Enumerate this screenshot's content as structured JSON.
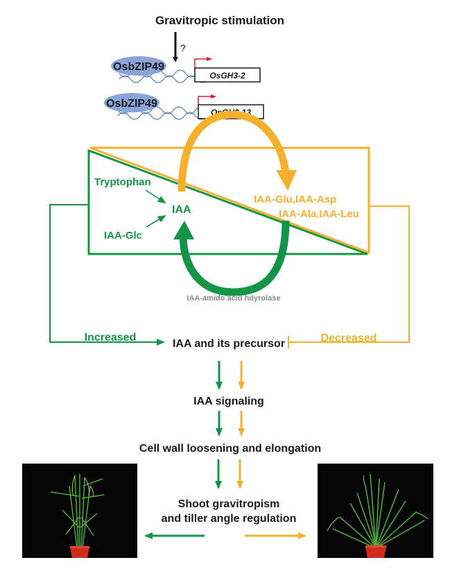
{
  "colors": {
    "green": "#139447",
    "yellow": "#F3B12E",
    "black": "#1a1a1a",
    "gray": "#8a8a8a",
    "red": "#d2202f",
    "protein": "#8aa4d8",
    "dna": "#5a7db8"
  },
  "top": {
    "stimulus": "Gravitropic stimulation",
    "question_mark": "?",
    "protein_1": "OsbZIP49",
    "gene_1": "OsGH3-2",
    "protein_2": "OsbZIP49",
    "gene_2": "OsGH3-13"
  },
  "box": {
    "precursor_1": "Tryptophan",
    "precursor_2": "IAA-Glc",
    "center": "IAA",
    "conjugates_line1": "IAA-Glu,IAA-Asp",
    "conjugates_line2": "IAA-Ala,IAA-Leu",
    "hydrolase": "IAA-amido acid hdyrolase"
  },
  "feedback": {
    "left_label": "Increased",
    "right_label": "Decreased",
    "target": "IAA and its precursor"
  },
  "flow": {
    "step_1": "IAA  signaling",
    "step_2": "Cell wall loosening and elongation",
    "step_3_line1": "Shoot gravitropism",
    "step_3_line2": "and tiller angle regulation"
  },
  "photos": {
    "left": "upright-rice-plant-photo",
    "right": "spreading-rice-plant-photo"
  }
}
